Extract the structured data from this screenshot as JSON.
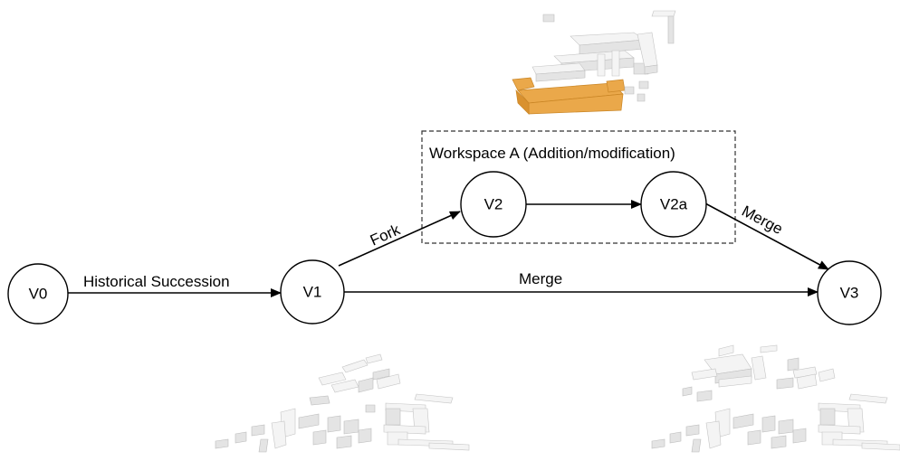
{
  "nodes": {
    "v0": "V0",
    "v1": "V1",
    "v2": "V2",
    "v2a": "V2a",
    "v3": "V3"
  },
  "edges": {
    "historical": "Historical Succession",
    "fork": "Fork",
    "merge_v1_v3": "Merge",
    "merge_v2a_v3": "Merge"
  },
  "workspace": {
    "label": "Workspace A (Addition/modification)"
  },
  "colors": {
    "highlight": "#eaa84a",
    "building": "#e4e4e4"
  }
}
